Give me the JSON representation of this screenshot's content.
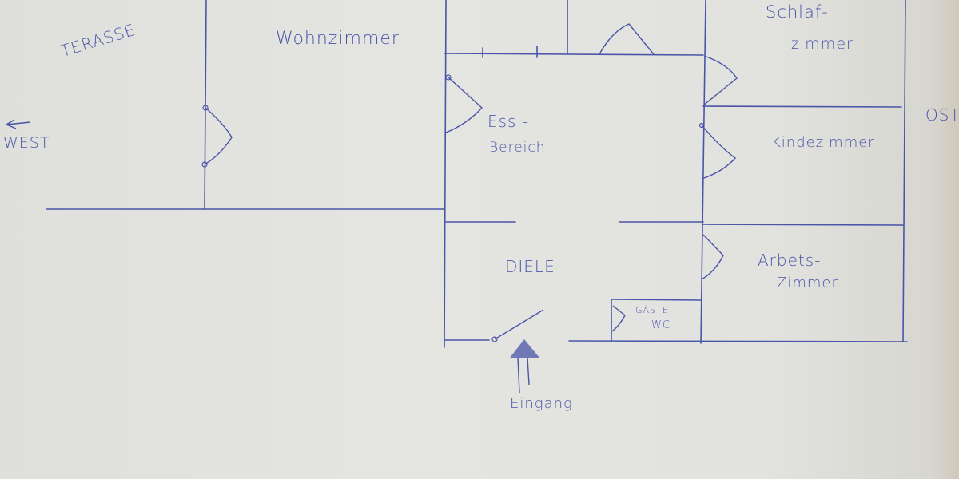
{
  "diagram": {
    "type": "floor_plan",
    "ink_color": "#4a55a8",
    "paper_color": "#e2e2df",
    "rooms": [
      {
        "id": "terasse",
        "label": "TERASSE"
      },
      {
        "id": "wohnzimmer",
        "label": "Wohnzimmer"
      },
      {
        "id": "essbereich",
        "label_line1": "Ess -",
        "label_line2": "Bereich"
      },
      {
        "id": "schlafzimmer",
        "label_line1": "Schlaf-",
        "label_line2": "zimmer"
      },
      {
        "id": "kinderzimmer",
        "label": "Kindezimmer"
      },
      {
        "id": "diele",
        "label": "DIELE"
      },
      {
        "id": "arbeitszimmer",
        "label_line1": "Arbets-",
        "label_line2": "Zimmer"
      },
      {
        "id": "gaeste_wc",
        "label_line1": "GÄSTE-",
        "label_line2": "WC"
      }
    ],
    "compass": {
      "west_arrow": "←",
      "west": "WEST",
      "east": "OST"
    },
    "entrance": {
      "label": "Eingang"
    }
  }
}
